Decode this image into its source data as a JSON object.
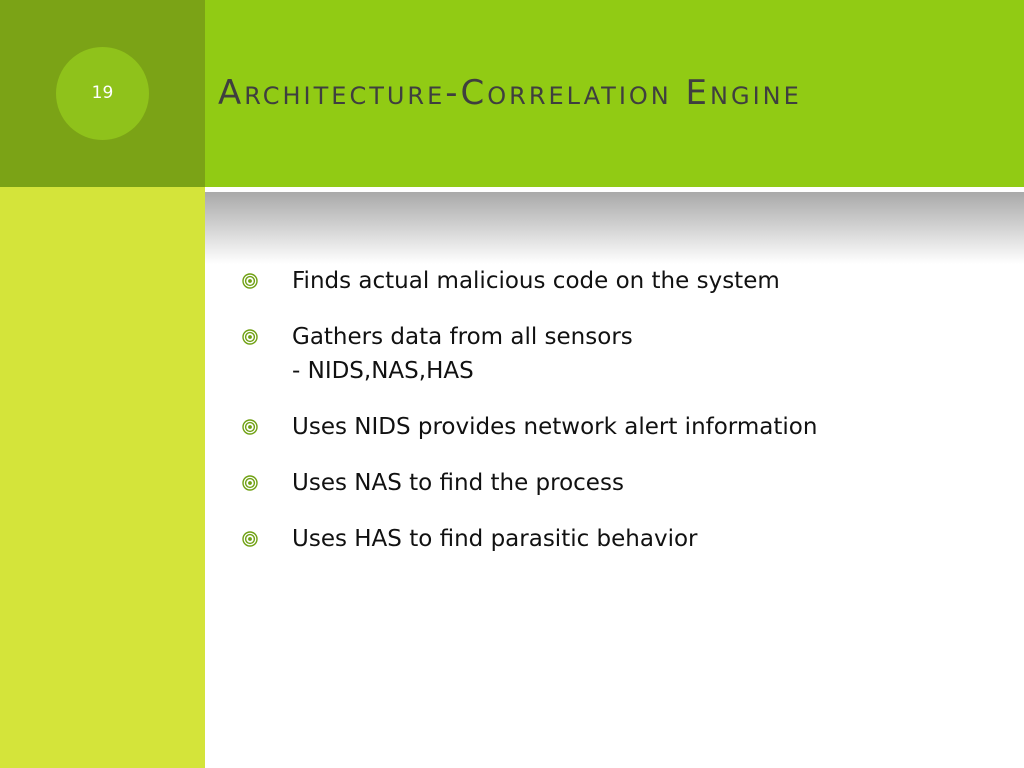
{
  "slide": {
    "number": "19",
    "title": "Architecture-Correlation Engine"
  },
  "colors": {
    "left_top": "#7ba316",
    "left_bottom": "#d4e43a",
    "header": "#91cb14",
    "circle": "#8fc21b",
    "bullet_icon": "#6fa012",
    "title_text": "#3f3f3f"
  },
  "bullets": [
    {
      "text": "Finds actual malicious code on the system",
      "sub": ""
    },
    {
      "text": "Gathers data from all sensors",
      "sub": "- NIDS,NAS,HAS"
    },
    {
      "text": "Uses NIDS provides network alert information",
      "sub": ""
    },
    {
      "text": "Uses NAS to find the process",
      "sub": ""
    },
    {
      "text": "Uses HAS to find parasitic behavior",
      "sub": ""
    }
  ],
  "icons": {
    "bullet": "target-bullet-icon"
  }
}
